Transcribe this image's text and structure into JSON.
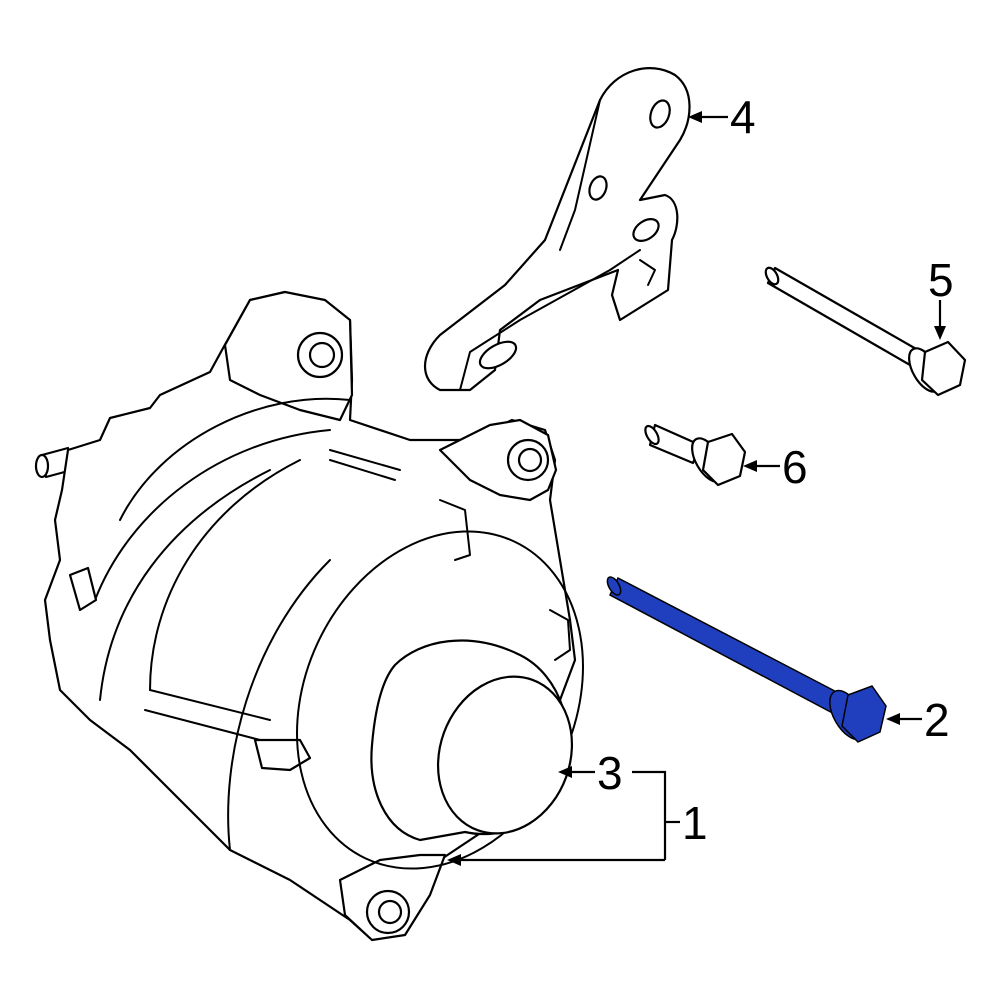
{
  "diagram": {
    "highlight_color": "#1f3fbf",
    "line_color": "#000000",
    "background": "#ffffff",
    "callouts": [
      {
        "id": "callout-1",
        "number": "1",
        "part": "alternator-assembly"
      },
      {
        "id": "callout-2",
        "number": "2",
        "part": "long-bolt",
        "highlighted": true
      },
      {
        "id": "callout-3",
        "number": "3",
        "part": "pulley"
      },
      {
        "id": "callout-4",
        "number": "4",
        "part": "mounting-bracket"
      },
      {
        "id": "callout-5",
        "number": "5",
        "part": "bolt"
      },
      {
        "id": "callout-6",
        "number": "6",
        "part": "short-bolt"
      }
    ]
  }
}
